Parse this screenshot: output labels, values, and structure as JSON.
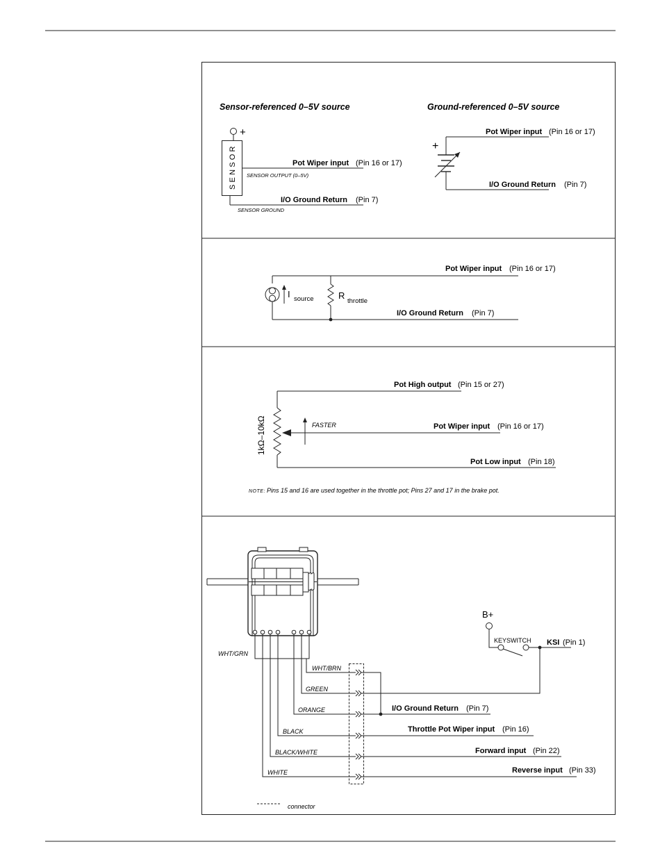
{
  "panel1": {
    "left": {
      "heading": "Sensor-referenced 0–5V source",
      "plus": "+",
      "sensor_label": "SENSOR",
      "wiper_label": "Pot Wiper input",
      "wiper_pin": "(Pin 16 or 17)",
      "sensor_output": "SENSOR OUTPUT (0–5V)",
      "ground_label": "I/O Ground Return",
      "ground_pin": "(Pin 7)",
      "sensor_ground": "SENSOR GROUND"
    },
    "right": {
      "heading": "Ground-referenced 0–5V source",
      "plus": "+",
      "wiper_label": "Pot Wiper input",
      "wiper_pin": "(Pin 16 or 17)",
      "ground_label": "I/O Ground Return",
      "ground_pin": "(Pin 7)"
    }
  },
  "panel2": {
    "wiper_label": "Pot Wiper input",
    "wiper_pin": "(Pin 16 or 17)",
    "ground_label": "I/O Ground Return",
    "ground_pin": "(Pin 7)",
    "i_label": "I",
    "i_sub": "source",
    "r_label": "R",
    "r_sub": "throttle"
  },
  "panel3": {
    "high_label": "Pot High output",
    "high_pin": "(Pin 15 or 27)",
    "wiper_label": "Pot Wiper input",
    "wiper_pin": "(Pin 16 or 17)",
    "low_label": "Pot Low input",
    "low_pin": "(Pin 18)",
    "faster": "FASTER",
    "resistance": "1kΩ–10kΩ",
    "note_prefix": "NOTE:",
    "note_text": "Pins 15 and 16 are used together in the throttle pot; Pins 27 and 17 in the brake pot."
  },
  "panel4": {
    "bplus": "B+",
    "keyswitch": "KEYSWITCH",
    "ksi_label": "KSI",
    "ksi_pin": "(Pin 1)",
    "wht_grn": "WHT/GRN",
    "wires": [
      {
        "color": "WHT/BRN",
        "label": "",
        "pin": ""
      },
      {
        "color": "GREEN",
        "label": "",
        "pin": ""
      },
      {
        "color": "ORANGE",
        "label": "I/O Ground Return",
        "pin": "(Pin 7)"
      },
      {
        "color": "BLACK",
        "label": "Throttle Pot Wiper input",
        "pin": "(Pin 16)"
      },
      {
        "color": "BLACK/WHITE",
        "label": "Forward input",
        "pin": "(Pin 22)"
      },
      {
        "color": "WHITE",
        "label": "Reverse input",
        "pin": "(Pin 33)"
      }
    ],
    "legend": "connector"
  }
}
